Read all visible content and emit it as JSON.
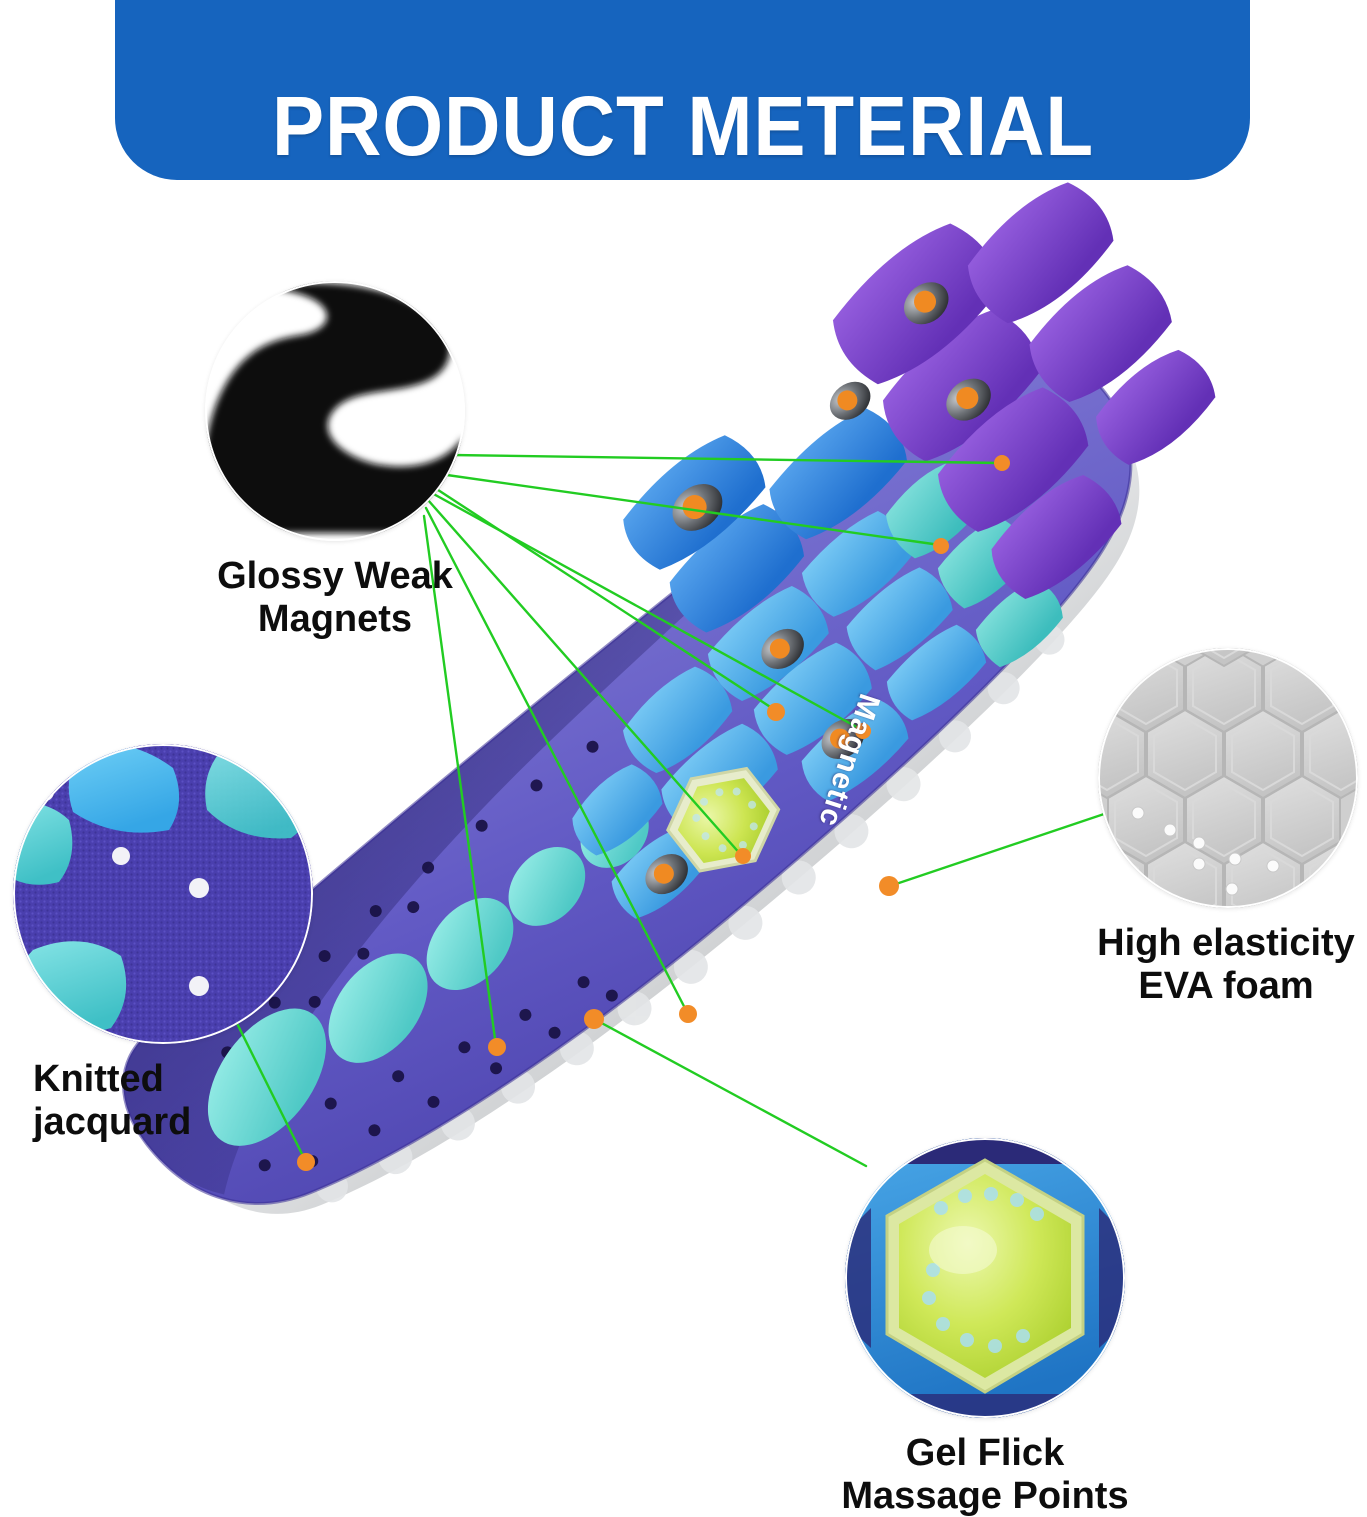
{
  "header": {
    "title": "PRODUCT METERIAL",
    "background_color": "#1664be",
    "text_color": "#ffffff"
  },
  "product": {
    "name": "Magnetic massage insole",
    "printed_label": "Magnetic",
    "body_color": "#5b52b8",
    "toe_pad_color": "#6fdbd6",
    "forefoot_pad_color": "#54b6ef",
    "midfoot_pad_color": "#2f7fe0",
    "heel_pad_color": "#7a45c8",
    "base_foam_color": "#e8e9ea",
    "gel_point_color": "#c6e34a",
    "magnet_count": 7,
    "toe_pad_count": 5
  },
  "accents": {
    "leader_line_color": "#22cc22",
    "anchor_dot_color": "#f28c28"
  },
  "callouts": [
    {
      "id": "glossy-weak-magnets",
      "label": "Glossy Weak\nMagnets",
      "icon": "magnet-closeup-photo",
      "swatch_colors": [
        "#000000",
        "#ffffff"
      ]
    },
    {
      "id": "knitted-jacquard",
      "label": "Knitted\njacquard",
      "icon": "knit-fabric-closeup-photo",
      "swatch_colors": [
        "#4a3fae",
        "#6fdbd6",
        "#ffffff"
      ]
    },
    {
      "id": "high-elasticity-eva-foam",
      "label": "High elasticity\nEVA foam",
      "icon": "hexagon-foam-closeup-photo",
      "swatch_colors": [
        "#d3d3d3",
        "#bcbcbc",
        "#ffffff"
      ]
    },
    {
      "id": "gel-flick-massage-points",
      "label": "Gel Flick\nMassage Points",
      "icon": "gel-hexagon-closeup-photo",
      "swatch_colors": [
        "#c6e34a",
        "#2f86d8",
        "#2b2a78"
      ]
    }
  ]
}
